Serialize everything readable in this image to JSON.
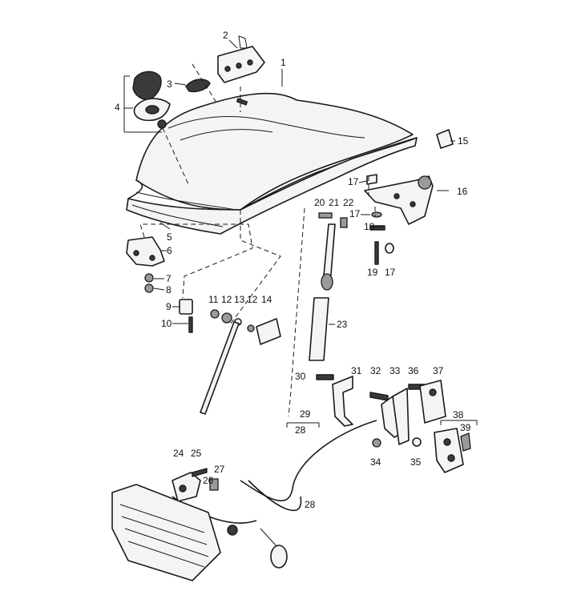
{
  "callouts": {
    "c1": "1",
    "c2": "2",
    "c3": "3",
    "c4": "4",
    "c5": "5",
    "c6": "6",
    "c7": "7",
    "c8": "8",
    "c9": "9",
    "c10": "10",
    "c11": "11",
    "c12a": "12",
    "c12b": "12",
    "c13": "13",
    "c14": "14",
    "c15": "15",
    "c16": "16",
    "c17a": "17",
    "c17b": "17",
    "c17c": "17",
    "c18": "18",
    "c19": "19",
    "c20": "20",
    "c21": "21",
    "c22": "22",
    "c23": "23",
    "c24": "24",
    "c25": "25",
    "c26": "26",
    "c27": "27",
    "c28a": "28",
    "c28b": "28",
    "c29": "29",
    "c30": "30",
    "c31": "31",
    "c32": "32",
    "c33": "33",
    "c34": "34",
    "c35": "35",
    "c36": "36",
    "c37": "37",
    "c38": "38",
    "c39": "39"
  },
  "colors": {
    "ink": "#1a1a1a",
    "paper": "#ffffff"
  }
}
